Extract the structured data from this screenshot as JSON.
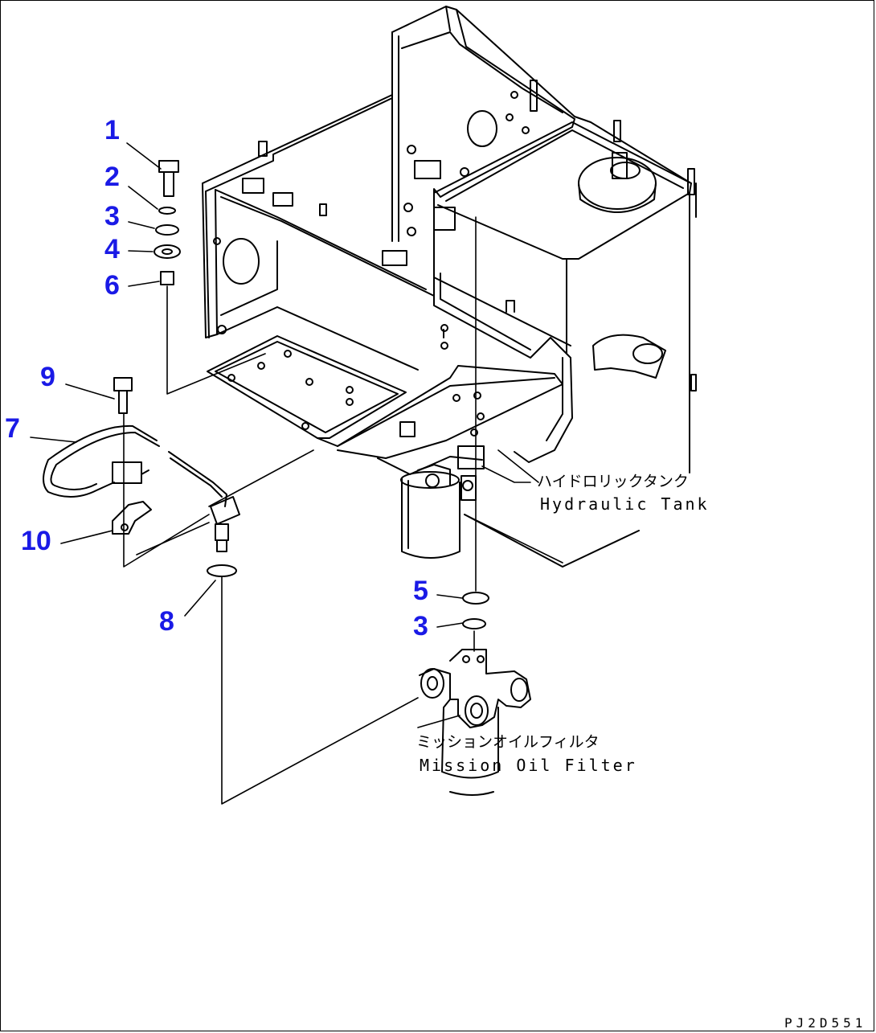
{
  "callouts": {
    "c1": "1",
    "c2": "2",
    "c3a": "3",
    "c4": "4",
    "c6": "6",
    "c9": "9",
    "c7": "7",
    "c10": "10",
    "c8": "8",
    "c5": "5",
    "c3b": "3"
  },
  "labels": {
    "hydraulic_tank_jp": "ハイドロリックタンク",
    "hydraulic_tank_en": "Hydraulic Tank",
    "mission_oil_filter_jp": "ミッションオイルフィルタ",
    "mission_oil_filter_en": "Mission Oil Filter"
  },
  "drawing_code": "PJ2D551",
  "colors": {
    "callout": "#1a1ae6",
    "line": "#000000",
    "background": "#ffffff"
  }
}
